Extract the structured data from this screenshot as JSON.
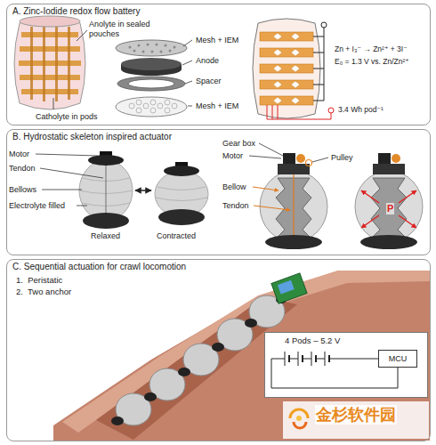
{
  "diagram": {
    "nodes": [
      {
        "text": [
          "A. Zinc-Iodide redox flow battery"
        ]
      },
      {
        "text": [
          "B. Hydrostatic skeleton inspired actuator"
        ]
      },
      {
        "text": [
          "C. Sequential actuation for crawl locomotion"
        ]
      },
      {
        "text": [
          "4 Pods – 5.2 V"
        ],
        "in": 2
      },
      {
        "text": [
          "MCU"
        ],
        "in": 3
      }
    ],
    "labels": [
      "Anolyte in sealed pouches",
      "Catholyte in pods",
      "Mesh + IEM",
      "Anode",
      "Spacer",
      "Mesh + IEM",
      "Zn + I₃⁻ → Zn²⁺ + 3I⁻",
      "E₀ = 1.3 V vs. Zn/Zn²⁺",
      "3.4 Wh pod⁻¹",
      "Motor",
      "Tendon",
      "Bellows",
      "Electrolyte filled",
      "Relaxed",
      "Contracted",
      "Gear box",
      "Motor",
      "Pulley",
      "Bellow",
      "Tendon",
      "P",
      "1.  Peristatic",
      "2.  Two anchor",
      "金杉软件园"
    ]
  }
}
